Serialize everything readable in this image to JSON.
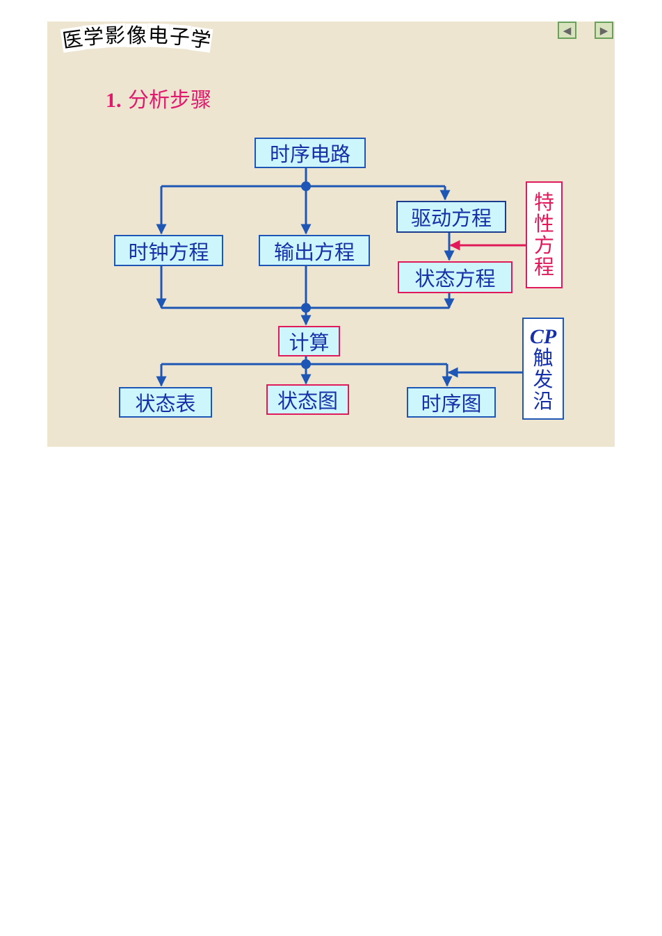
{
  "header": {
    "logo_chars": [
      "医",
      "学",
      "影",
      "像",
      "电",
      "子",
      "学"
    ]
  },
  "nav": {
    "prev_icon": "triangle-left-icon",
    "next_icon": "triangle-right-icon"
  },
  "heading": {
    "number": "1.",
    "text": "分析步骤"
  },
  "diagram": {
    "sequential_circuit": "时序电路",
    "drive_equation": "驱动方程",
    "clock_equation": "时钟方程",
    "output_equation": "输出方程",
    "state_equation": "状态方程",
    "calculate": "计算",
    "state_table": "状态表",
    "state_diagram": "状态图",
    "timing_diagram": "时序图",
    "characteristic_equation": [
      "特",
      "性",
      "方",
      "程"
    ],
    "cp_label": "CP",
    "cp_edge": [
      "触",
      "发",
      "沿"
    ]
  },
  "colors": {
    "slide_bg": "#ede5cf",
    "box_fill": "#ccf6fb",
    "blue": "#1630a8",
    "pink": "#e0195a",
    "heading": "#e0196e"
  }
}
